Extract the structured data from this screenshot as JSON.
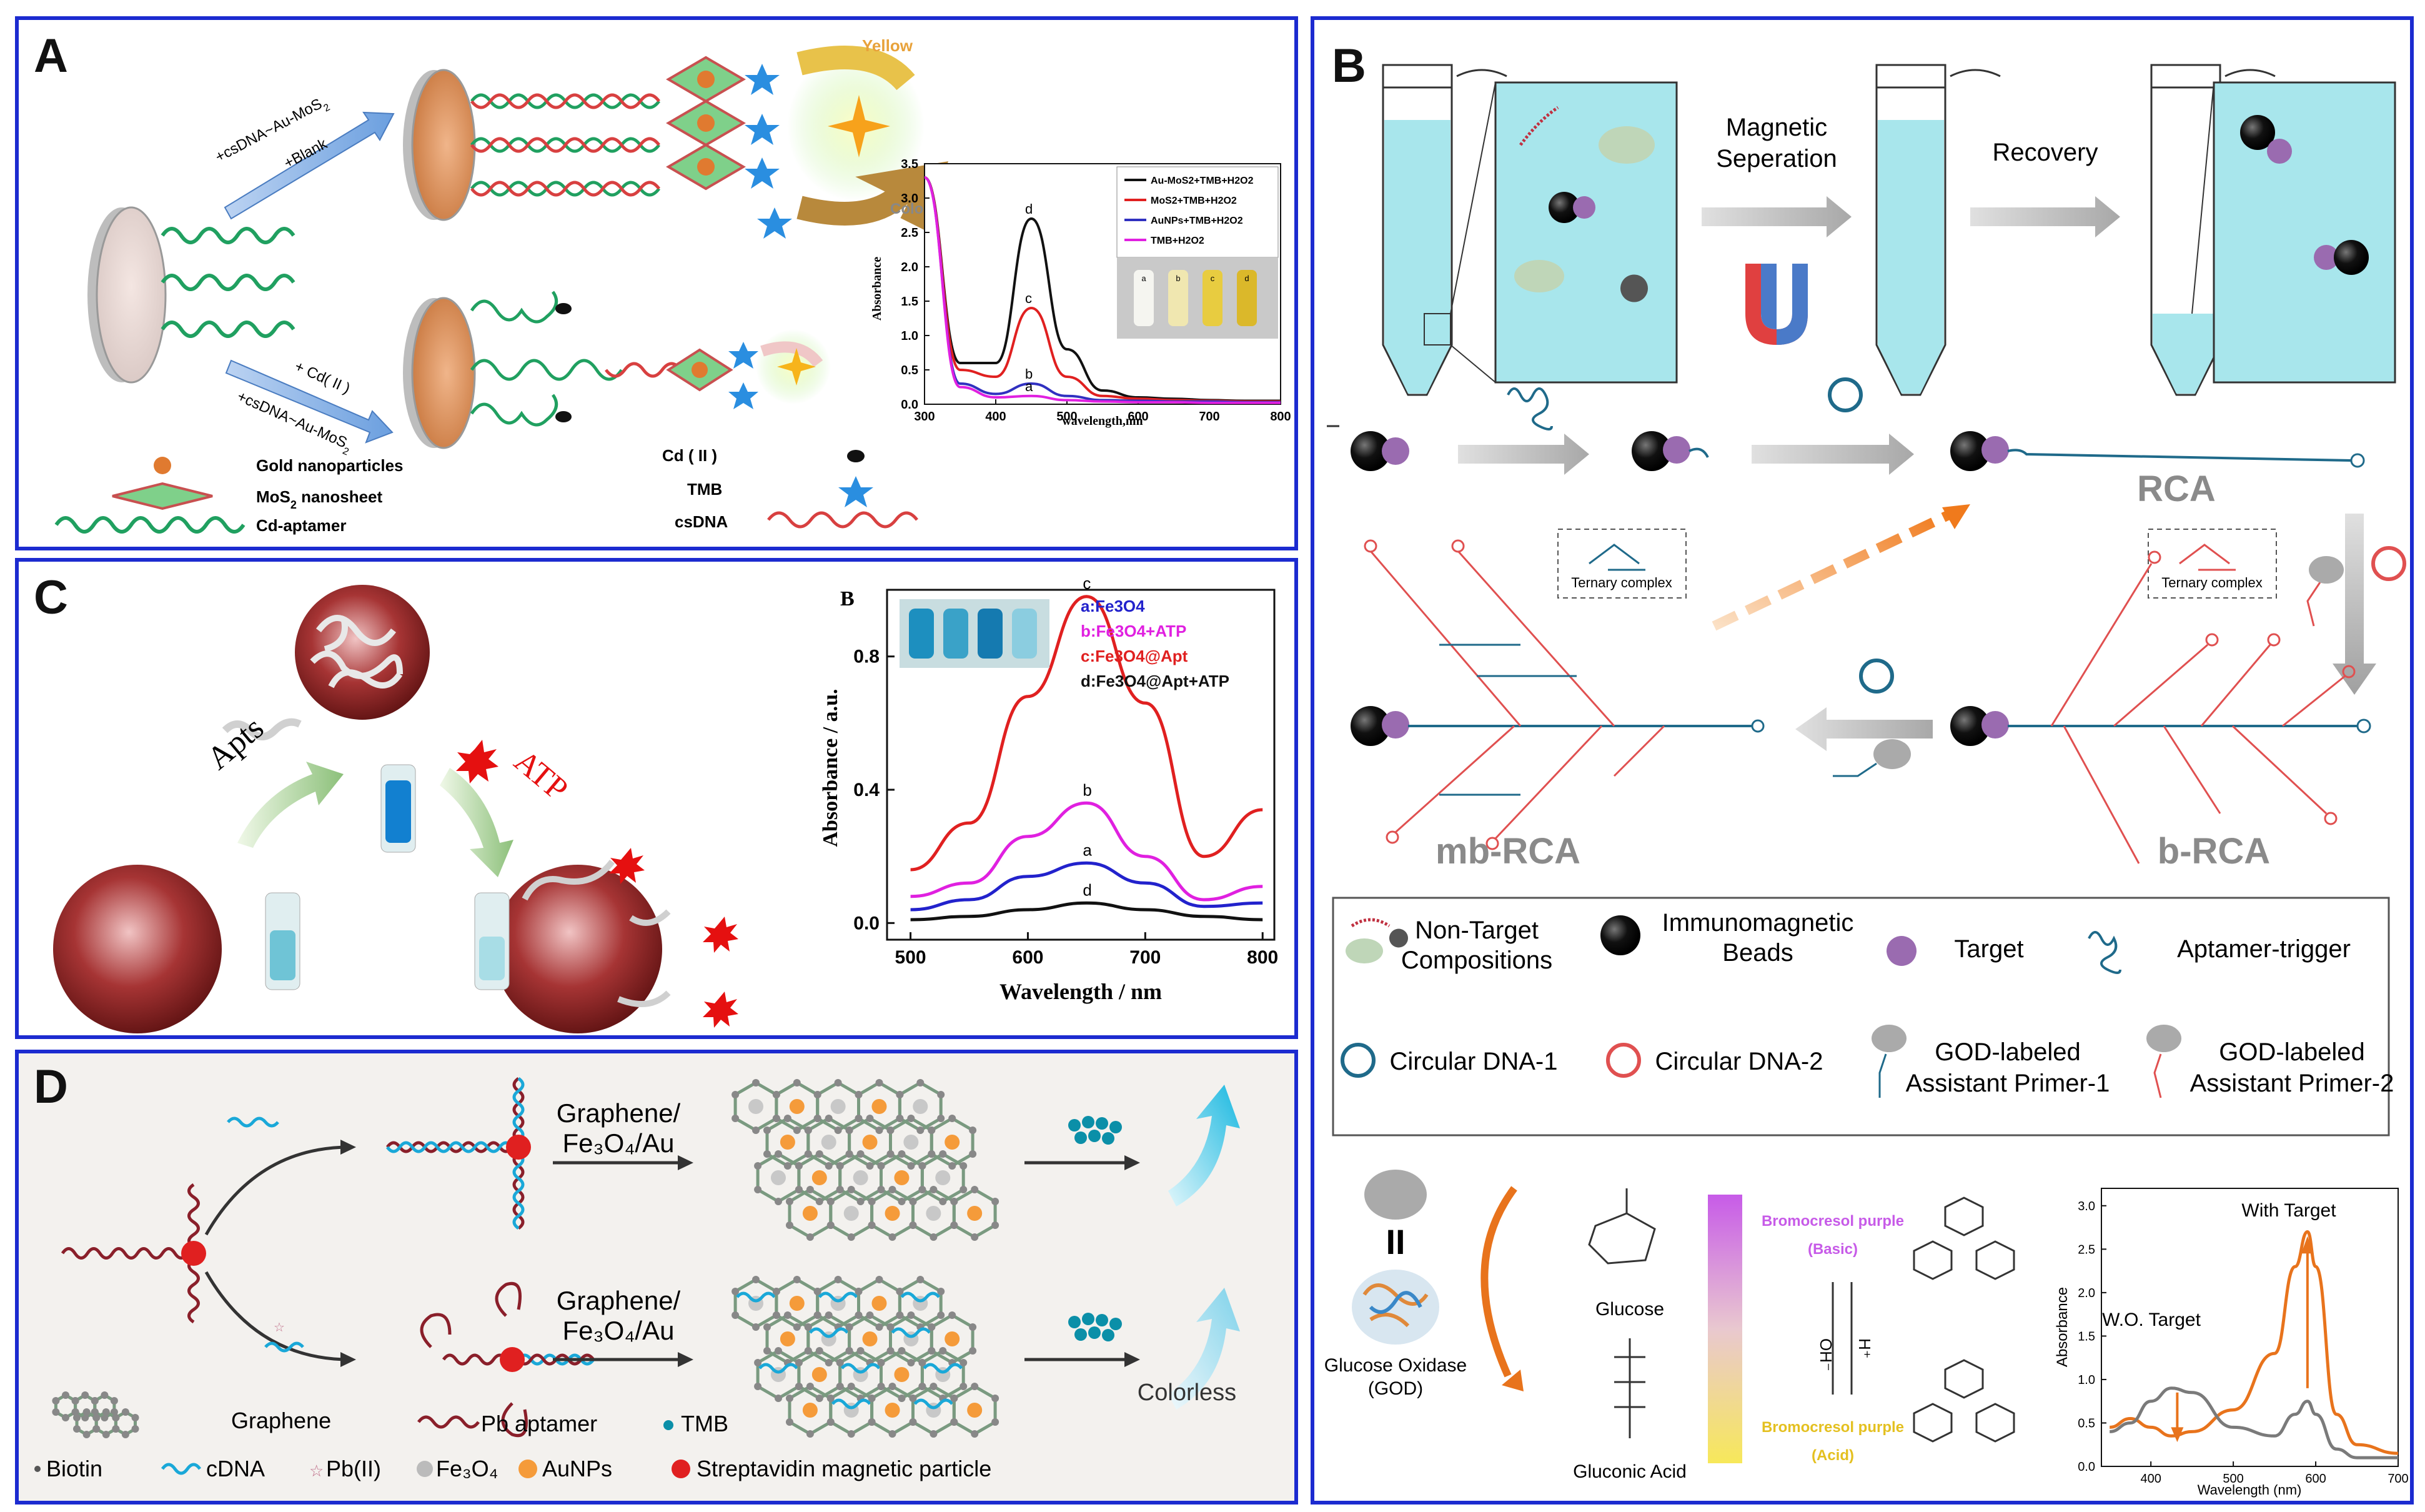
{
  "panelA": {
    "label": "A",
    "arrow_top_1": "+csDNA~Au-MoS",
    "arrow_top_sub": "2",
    "arrow_top_2": "+Blank",
    "arrow_bottom_1": "+ Cd( II )",
    "arrow_bottom_2": "+csDNA~Au-MoS",
    "arrow_bottom_sub": "2",
    "yellow_label": "Yellow",
    "colorless_label": "Colorle",
    "legend": {
      "gold": "Gold nanoparticles",
      "mos2_a": "MoS",
      "mos2_sub": "2",
      "mos2_b": " nanosheet",
      "aptamer": "Cd-aptamer",
      "cd": "Cd ( II )",
      "tmb": "TMB",
      "csdna": "csDNA"
    },
    "chart_legend": [
      "Au-MoS2+TMB+H2O2",
      "MoS2+TMB+H2O2",
      "AuNPs+TMB+H2O2",
      "TMB+H2O2"
    ],
    "chart_legend_colors": [
      "#111111",
      "#e02020",
      "#3030c0",
      "#e020e0"
    ],
    "y_label": "Absorbance",
    "x_label": "wavelength,nm",
    "y_ticks": [
      "0.0",
      "0.5",
      "1.0",
      "1.5",
      "2.0",
      "2.5",
      "3.0",
      "3.5"
    ],
    "x_ticks": [
      "300",
      "400",
      "500",
      "600",
      "700",
      "800"
    ],
    "curve_labels": [
      "d",
      "c",
      "b",
      "a"
    ],
    "vial_labels": [
      "a",
      "b",
      "c",
      "d"
    ]
  },
  "panelC": {
    "label": "C",
    "apts": "Apts",
    "atp": "ATP",
    "chart_letter": "B",
    "legend": [
      "a:Fe3O4",
      "b:Fe3O4+ATP",
      "c:Fe3O4@Apt",
      "d:Fe3O4@Apt+ATP"
    ],
    "legend_colors": [
      "#2222cc",
      "#e020e0",
      "#e02020",
      "#111111"
    ],
    "y_label": "Absorbance / a.u.",
    "x_label": "Wavelength / nm",
    "y_ticks": [
      "0.0",
      "0.4",
      "0.8"
    ],
    "x_ticks": [
      "500",
      "600",
      "700",
      "800"
    ],
    "curve_labels": [
      "c",
      "b",
      "a",
      "d"
    ]
  },
  "panelD": {
    "label": "D",
    "graphene_1a": "Graphene/",
    "graphene_1b": "Fe₃O₄/Au",
    "graphene_2a": "Graphene/",
    "graphene_2b": "Fe₃O₄/Au",
    "colorless": "Colorless",
    "legend_graphene": "Graphene",
    "legend_pb_aptamer": "Pb aptamer",
    "legend_tmb": "TMB",
    "legend_biotin": "Biotin",
    "legend_cdna": "cDNA",
    "legend_pb": "Pb(II)",
    "legend_fe3o4": "Fe₃O₄",
    "legend_aunps": "AuNPs",
    "legend_strep": "Streptavidin magnetic particle"
  },
  "panelB": {
    "label": "B",
    "magnetic": "Magnetic",
    "separation": "Seperation",
    "recovery": "Recovery",
    "rca": "RCA",
    "ternary_1": "Ternary complex",
    "ternary_2": "Ternary complex",
    "mb_rca": "mb-RCA",
    "b_rca": "b-RCA",
    "legend": {
      "non_target_1": "Non-Target",
      "non_target_2": "Compositions",
      "immuno_1": "Immunomagnetic",
      "immuno_2": "Beads",
      "target": "Target",
      "aptamer_trigger": "Aptamer-trigger",
      "circular1": "Circular DNA-1",
      "circular2": "Circular DNA-2",
      "god1_a": "GOD-labeled",
      "god1_b": "Assistant Primer-1",
      "god2_a": "GOD-labeled",
      "god2_b": "Assistant Primer-2"
    },
    "god_equals": "II",
    "god_name_1": "Glucose Oxidase",
    "god_name_2": "(GOD)",
    "glucose": "Glucose",
    "gluconic": "Gluconic Acid",
    "bcp_basic_1": "Bromocresol purple",
    "bcp_basic_2": "(Basic)",
    "bcp_acid_1": "Bromocresol purple",
    "bcp_acid_2": "(Acid)",
    "oh": "OH⁻",
    "hplus": "H⁺",
    "chart_y_label": "Absorbance",
    "chart_x_label": "Wavelength (nm)",
    "chart_y_ticks": [
      "0.0",
      "0.5",
      "1.0",
      "1.5",
      "2.0",
      "2.5",
      "3.0"
    ],
    "chart_x_ticks": [
      "400",
      "500",
      "600",
      "700"
    ],
    "with_target": "With Target",
    "wo_target": "W.O. Target",
    "colors": {
      "orange": "#e8731c",
      "gray": "#7a7a7a"
    }
  },
  "chart_data": [
    {
      "type": "line",
      "panel": "A",
      "x": [
        300,
        350,
        400,
        450,
        500,
        550,
        600,
        650,
        700,
        750,
        800
      ],
      "series": [
        {
          "name": "Au-MoS2+TMB+H2O2",
          "label": "d",
          "values": [
            3.3,
            0.6,
            0.6,
            2.7,
            0.8,
            0.2,
            0.1,
            0.08,
            0.06,
            0.05,
            0.05
          ]
        },
        {
          "name": "MoS2+TMB+H2O2",
          "label": "c",
          "values": [
            3.3,
            0.5,
            0.4,
            1.4,
            0.4,
            0.12,
            0.08,
            0.06,
            0.05,
            0.04,
            0.04
          ]
        },
        {
          "name": "AuNPs+TMB+H2O2",
          "label": "b",
          "values": [
            3.3,
            0.3,
            0.15,
            0.3,
            0.12,
            0.06,
            0.05,
            0.04,
            0.04,
            0.03,
            0.03
          ]
        },
        {
          "name": "TMB+H2O2",
          "label": "a",
          "values": [
            3.3,
            0.25,
            0.1,
            0.12,
            0.06,
            0.04,
            0.03,
            0.03,
            0.02,
            0.02,
            0.02
          ]
        }
      ],
      "xlabel": "wavelength,nm",
      "ylabel": "Absorbance",
      "xlim": [
        300,
        800
      ],
      "ylim": [
        0,
        3.5
      ]
    },
    {
      "type": "line",
      "panel": "C",
      "x": [
        500,
        550,
        600,
        650,
        700,
        750,
        800
      ],
      "series": [
        {
          "name": "c:Fe3O4@Apt",
          "values": [
            0.16,
            0.3,
            0.68,
            0.98,
            0.66,
            0.2,
            0.34
          ]
        },
        {
          "name": "b:Fe3O4+ATP",
          "values": [
            0.08,
            0.12,
            0.26,
            0.36,
            0.2,
            0.07,
            0.11
          ]
        },
        {
          "name": "a:Fe3O4",
          "values": [
            0.04,
            0.07,
            0.14,
            0.18,
            0.12,
            0.05,
            0.06
          ]
        },
        {
          "name": "d:Fe3O4@Apt+ATP",
          "values": [
            0.01,
            0.02,
            0.04,
            0.06,
            0.04,
            0.02,
            0.01
          ]
        }
      ],
      "xlabel": "Wavelength / nm",
      "ylabel": "Absorbance / a.u.",
      "xlim": [
        480,
        810
      ],
      "ylim": [
        -0.05,
        1.0
      ]
    },
    {
      "type": "line",
      "panel": "B",
      "x": [
        350,
        375,
        400,
        425,
        450,
        500,
        550,
        575,
        590,
        600,
        625,
        650,
        700
      ],
      "series": [
        {
          "name": "With Target",
          "values": [
            0.45,
            0.55,
            0.45,
            0.35,
            0.4,
            0.65,
            1.3,
            2.3,
            2.7,
            2.3,
            0.6,
            0.25,
            0.15
          ]
        },
        {
          "name": "W.O. Target",
          "values": [
            0.4,
            0.5,
            0.75,
            0.9,
            0.85,
            0.45,
            0.35,
            0.6,
            0.75,
            0.6,
            0.2,
            0.1,
            0.1
          ]
        }
      ],
      "xlabel": "Wavelength (nm)",
      "ylabel": "Absorbance",
      "xlim": [
        340,
        700
      ],
      "ylim": [
        0,
        3.2
      ]
    }
  ]
}
